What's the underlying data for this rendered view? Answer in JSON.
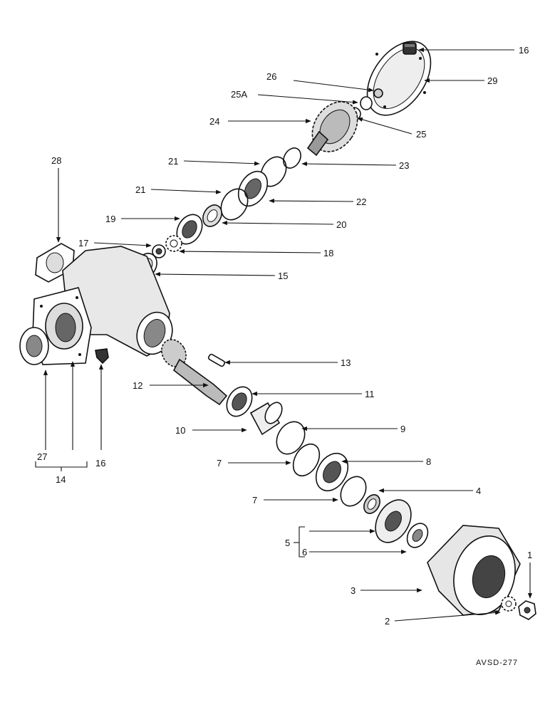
{
  "diagram": {
    "code": "AVSD-277",
    "labels": {
      "l1": "1",
      "l2": "2",
      "l3": "3",
      "l4": "4",
      "l5": "5",
      "l6": "6",
      "l7a": "7",
      "l7b": "7",
      "l8": "8",
      "l9": "9",
      "l10": "10",
      "l11": "11",
      "l12": "12",
      "l13": "13",
      "l14": "14",
      "l15": "15",
      "l16a": "16",
      "l16b": "16",
      "l17": "17",
      "l18": "18",
      "l19": "19",
      "l20": "20",
      "l21a": "21",
      "l21b": "21",
      "l22": "22",
      "l23": "23",
      "l24": "24",
      "l25": "25",
      "l25a": "25A",
      "l26": "26",
      "l27": "27",
      "l28": "28",
      "l29": "29"
    }
  }
}
